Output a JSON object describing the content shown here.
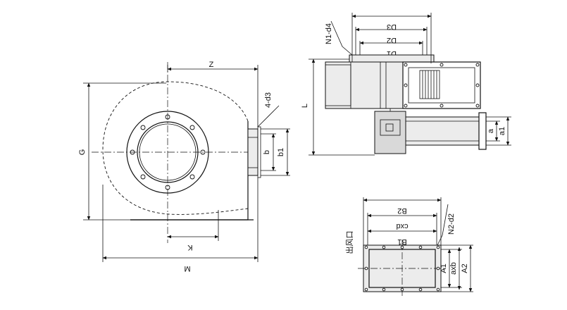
{
  "labels": {
    "z": "Z",
    "g": "G",
    "k": "K",
    "m": "M",
    "holes_4": "4-d3",
    "b": "b",
    "b1": "b1",
    "n1": "N1-d4",
    "d3": "D3",
    "d2": "D2",
    "d1": "D1",
    "l": "L",
    "a": "a",
    "a1": "a1",
    "outlet": "出风口",
    "b2": "B2",
    "n2": "N2-d2",
    "cxd": "cxd",
    "b1_out": "B1",
    "a1_out": "A1",
    "axb": "axb",
    "a2_out": "A2"
  }
}
